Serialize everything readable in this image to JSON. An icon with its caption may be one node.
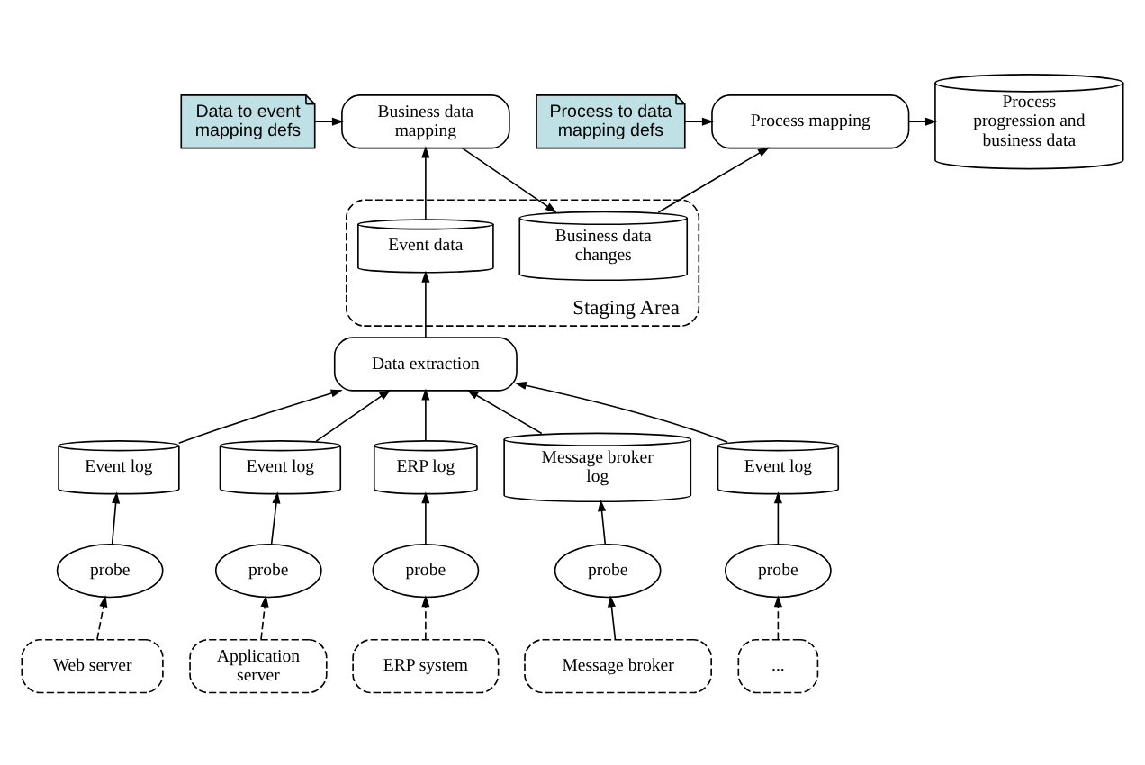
{
  "diagram": {
    "nodes": [
      {
        "text": [
          "Process progression and business data"
        ]
      },
      {
        "text": [
          "Process mapping"
        ]
      },
      {
        "text": [
          "Process to data mapping defs"
        ]
      },
      {
        "text": [
          "Staging Area"
        ]
      },
      {
        "text": [
          "Business data changes"
        ],
        "in": 3
      },
      {
        "text": [
          "Event data"
        ],
        "in": 3
      },
      {
        "text": [
          "Business data mapping"
        ]
      },
      {
        "text": [
          "Data to event mapping defs"
        ]
      },
      {
        "text": [
          "Data extraction"
        ]
      },
      {
        "text": [
          "Event log"
        ]
      },
      {
        "text": [
          "Event log"
        ]
      },
      {
        "text": [
          "ERP log"
        ]
      },
      {
        "text": [
          "Message broker log"
        ]
      },
      {
        "text": [
          "Event log"
        ]
      },
      {
        "text": [
          "probe"
        ]
      },
      {
        "text": [
          "probe"
        ]
      },
      {
        "text": [
          "probe"
        ]
      },
      {
        "text": [
          "probe"
        ]
      },
      {
        "text": [
          "probe"
        ]
      },
      {
        "text": [
          "Web server"
        ]
      },
      {
        "text": [
          "Application server"
        ]
      },
      {
        "text": [
          "ERP system"
        ]
      },
      {
        "text": [
          "Message broker"
        ]
      },
      {
        "text": [
          "..."
        ]
      }
    ],
    "edges": [
      {
        "from": 1,
        "to": 0,
        "arrow": "to"
      },
      {
        "from": 2,
        "to": 1,
        "arrow": "to"
      },
      {
        "from": 4,
        "to": 1,
        "arrow": "to"
      },
      {
        "from": 6,
        "to": 4,
        "arrow": "to"
      },
      {
        "from": 5,
        "to": 6,
        "arrow": "to"
      },
      {
        "from": 7,
        "to": 6,
        "arrow": "to"
      },
      {
        "from": 8,
        "to": 5,
        "arrow": "to"
      },
      {
        "from": 9,
        "to": 8,
        "arrow": "to"
      },
      {
        "from": 10,
        "to": 8,
        "arrow": "to"
      },
      {
        "from": 11,
        "to": 8,
        "arrow": "to"
      },
      {
        "from": 12,
        "to": 8,
        "arrow": "to"
      },
      {
        "from": 13,
        "to": 8,
        "arrow": "to"
      },
      {
        "from": 14,
        "to": 9,
        "arrow": "to"
      },
      {
        "from": 15,
        "to": 10,
        "arrow": "to"
      },
      {
        "from": 16,
        "to": 11,
        "arrow": "to"
      },
      {
        "from": 17,
        "to": 12,
        "arrow": "to"
      },
      {
        "from": 18,
        "to": 13,
        "arrow": "to"
      },
      {
        "from": 19,
        "to": 14,
        "arrow": "to",
        "style": "dashed"
      },
      {
        "from": 20,
        "to": 15,
        "arrow": "to",
        "style": "dashed"
      },
      {
        "from": 21,
        "to": 16,
        "arrow": "to",
        "style": "dashed"
      },
      {
        "from": 22,
        "to": 17,
        "arrow": "to"
      },
      {
        "from": 23,
        "to": 18,
        "arrow": "to",
        "style": "dashed"
      }
    ]
  }
}
